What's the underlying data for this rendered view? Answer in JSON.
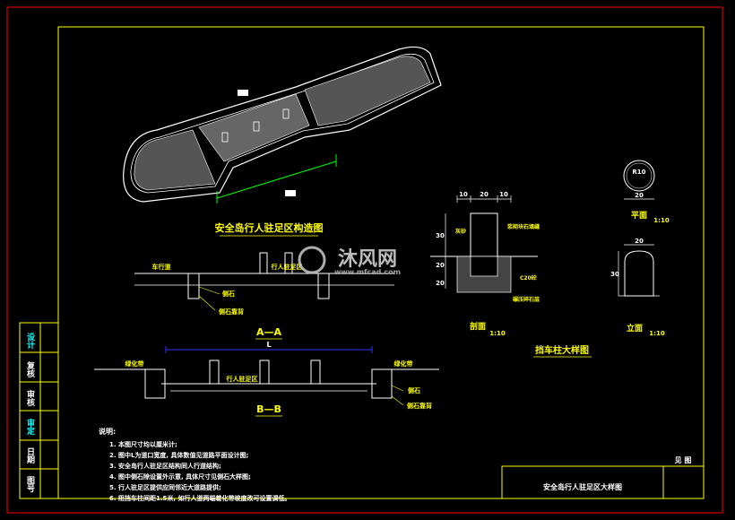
{
  "title": "安全岛行人驻足区构造图",
  "detail_title": "挡车柱大样图",
  "section_a": "A—A",
  "section_b": "B—B",
  "section_a_labels": {
    "carriageway": "车行道",
    "pedestrian_zone": "行人驻足区",
    "curb": "侧石",
    "curb_base": "侧石靠背"
  },
  "section_b_labels": {
    "greenbelt_left": "绿化带",
    "greenbelt_right": "绿化带",
    "pedestrian_zone": "行人驻足区",
    "curb": "侧石",
    "curb_base": "侧石靠背",
    "dim_L": "L"
  },
  "profile_view": {
    "label_top": "剖面",
    "scale": "1:10",
    "dims_top": [
      "10",
      "20",
      "10"
    ],
    "dims_left": [
      "30",
      "20",
      "20"
    ],
    "notes": [
      "灰砂",
      "浆砌块石填缝",
      "C20砼",
      "碾压碎石层"
    ]
  },
  "plan_view": {
    "label": "平面",
    "scale": "1:10",
    "radius": "R10",
    "width": "20"
  },
  "elevation_view": {
    "label": "立面",
    "scale": "1:10",
    "width": "20",
    "height": "30"
  },
  "notes_header": "说明:",
  "notes": [
    "1. 本图尺寸均以厘米计;",
    "2. 图中L为道口宽度, 具体数值见道路平面设计图;",
    "3. 安全岛行人驻足区结构同人行道结构;",
    "4. 图中侧石除设置外示意, 具体尺寸见侧石大样图;",
    "5. 行人驻足区提供应同邻近大道路提供;",
    "6. 阻挡车柱间距1.5米, 如行人道两端着化带坡度改可设置调低。"
  ],
  "title_block": {
    "drawing_name": "安全岛行人驻足区大样图",
    "sheet": "见 图"
  },
  "left_strip": [
    "设计",
    "复核",
    "审核",
    "审定",
    "日期",
    "图号"
  ],
  "watermark": {
    "brand": "沐风网",
    "url": "www.mfcad.com"
  },
  "colors": {
    "frame": "#ff0000",
    "inner_border": "#ffff00",
    "lines": "#ffffff",
    "labels": "#ffff00",
    "dimension": "#00ff00",
    "cyan": "#00ffff",
    "blue_dim": "#3030ff",
    "magenta": "#ff00ff"
  }
}
